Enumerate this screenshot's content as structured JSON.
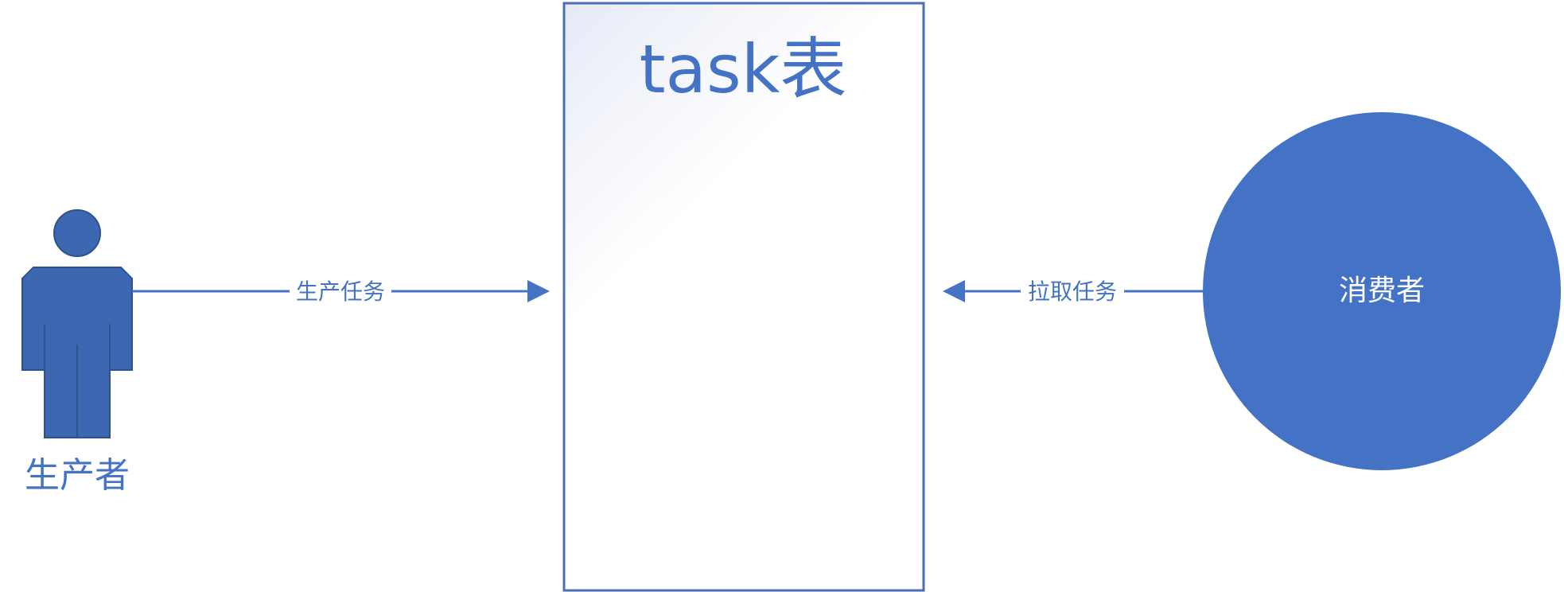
{
  "producer": {
    "label": "生产者",
    "icon": "person-icon"
  },
  "table": {
    "title": "task表"
  },
  "consumer": {
    "label": "消费者"
  },
  "arrows": {
    "produce_label": "生产任务",
    "pull_label": "拉取任务"
  },
  "colors": {
    "primary": "#4472C4",
    "person_fill": "#3E67B1",
    "person_stroke": "#2F528F",
    "table_border": "#4A6FB5",
    "table_gradient_top": "#E6EAF6",
    "text_blue": "#4472C4",
    "consumer_text": "#FFFFFF"
  }
}
